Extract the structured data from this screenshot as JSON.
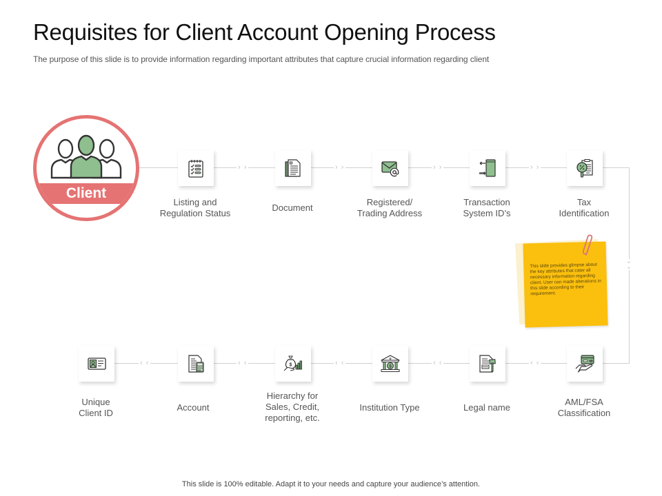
{
  "slide": {
    "title": "Requisites for Client Account Opening Process",
    "subtitle": "The purpose of this slide is to provide information regarding important attributes that capture crucial information regarding client",
    "footer": "This slide is 100% editable. Adapt it to your needs and capture your audience’s attention."
  },
  "colors": {
    "accent_red": "#e57373",
    "icon_green": "#8fbf8f",
    "icon_stroke": "#333333",
    "note_yellow": "#fbbf0e",
    "connector_gray": "#d0d0d0"
  },
  "client": {
    "label": "Client",
    "icon": "group-people-icon"
  },
  "top_row": [
    {
      "label": "Listing and\nRegulation Status",
      "line1": "Listing and",
      "line2": "Regulation Status",
      "icon": "checklist-notepad-icon"
    },
    {
      "label": "Document",
      "line1": "Document",
      "line2": "",
      "icon": "document-icon"
    },
    {
      "label": "Registered/ Trading Address",
      "line1": "Registered/",
      "line2": "Trading Address",
      "icon": "email-at-icon"
    },
    {
      "label": "Transaction System ID’s",
      "line1": "Transaction",
      "line2": "System ID’s",
      "icon": "transaction-phone-icon"
    },
    {
      "label": "Tax Identification",
      "line1": "Tax",
      "line2": "Identification",
      "icon": "tax-magnifier-clipboard-icon"
    }
  ],
  "bottom_row": [
    {
      "label": "AML/FSA Classification",
      "line1": "AML/FSA",
      "line2": "Classification",
      "icon": "card-in-hand-icon"
    },
    {
      "label": "Legal name",
      "line1": "Legal name",
      "line2": "",
      "icon": "legal-document-gavel-icon"
    },
    {
      "label": "Institution Type",
      "line1": "Institution Type",
      "line2": "",
      "icon": "bank-building-icon"
    },
    {
      "label": "Hierarchy for Sales, Credit, reporting, etc.",
      "line1": "Hierarchy for",
      "line2": "Sales, Credit,",
      "line3": "reporting, etc.",
      "icon": "money-bag-chart-icon"
    },
    {
      "label": "Account",
      "line1": "Account",
      "line2": "",
      "icon": "account-calculator-icon"
    },
    {
      "label": "Unique Client ID",
      "line1": "Unique",
      "line2": "Client ID",
      "icon": "id-card-icon"
    }
  ],
  "connectors": {
    "forward": "› ›",
    "backward": "‹ ‹",
    "down": "⌄"
  },
  "note": {
    "text": "This slide provides glimpse about the key attributes that cater all necessary information regarding client. User can made alterations in this slide according to their requirement.",
    "icon": "paperclip-icon"
  }
}
